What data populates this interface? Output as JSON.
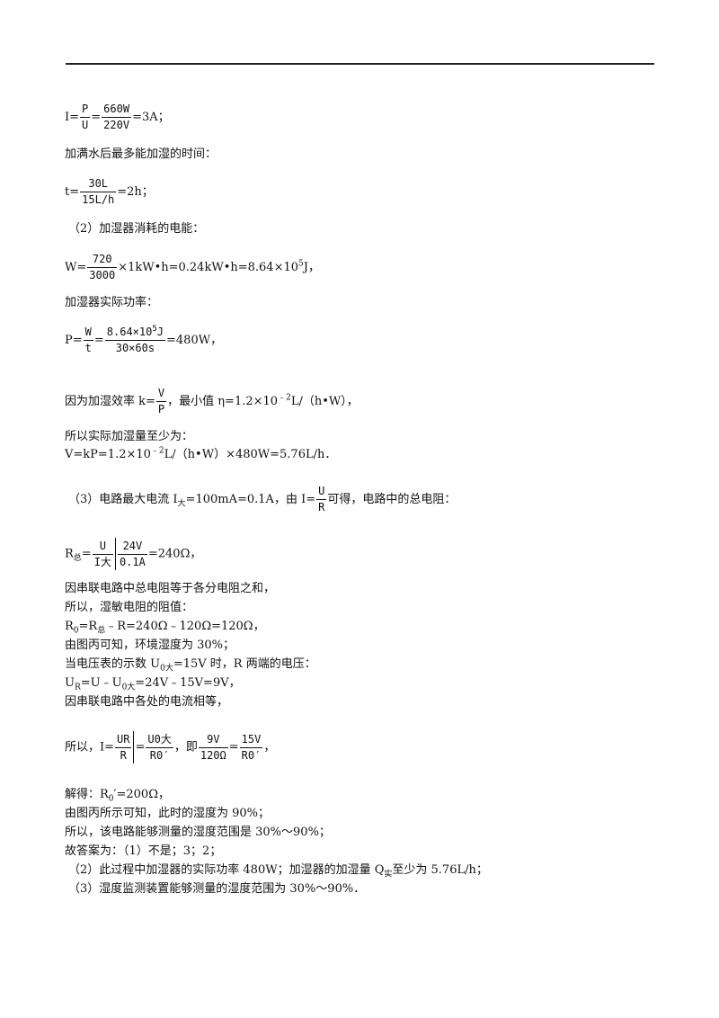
{
  "l01": {
    "a": "I=",
    "n1": "P",
    "d1": "U",
    "eq": "=",
    "n2": "660W",
    "d2": "220V",
    "b": "=3A；"
  },
  "l02": "加满水后最多能加湿的时间：",
  "l03": {
    "a": "t=",
    "n": "30L",
    "d": "15L/h",
    "b": "=2h；"
  },
  "l04": "（2）加湿器消耗的电能：",
  "l05": {
    "a": "W=",
    "n": "720",
    "d": "3000",
    "b": "×1kW•h=0.24kW•h=8.64×10",
    "sup": "5",
    "c": "J，"
  },
  "l06": "加湿器实际功率：",
  "l07": {
    "a": "P=",
    "n1": "W",
    "d1": "t",
    "eq": "=",
    "n2": "8.64×10",
    "n2sup": "5",
    "n2b": "J",
    "d2": "30×60s",
    "b": "=480W，"
  },
  "l08": {
    "a": "因为加湿效率 k=",
    "n": "V",
    "d": "P",
    "b": "，最小值 η=1.2×10",
    "sup": "﹣2",
    "c": "L/（h•W），"
  },
  "l09": "所以实际加湿量至少为：",
  "l10": {
    "a": "V=kP=1.2×10",
    "sup": "﹣2",
    "b": "L/（h•W）×480W=5.76L/h．"
  },
  "l11": {
    "a": "（3）电路最大电流 I",
    "sub": "大",
    "b": "=100mA=0.1A，由 I=",
    "n": "U",
    "d": "R",
    "c": "可得，电路中的总电阻："
  },
  "l12": {
    "a": "R",
    "sub": "总",
    "b": "=",
    "n1": "U",
    "d1": "I大",
    "n2": "24V",
    "d2": "0.1A",
    "c": "=240Ω，"
  },
  "l13": "因串联电路中总电阻等于各分电阻之和，",
  "l14": "所以，湿敏电阻的阻值：",
  "l15": {
    "a": "R",
    "sub": "0",
    "b": "=R",
    "sub2": "总",
    "c": "﹣R=240Ω﹣120Ω=120Ω，"
  },
  "l16": "由图丙可知，环境湿度为 30%；",
  "l17": {
    "a": "当电压表的示数 U",
    "sub": "0大",
    "b": "=15V 时，R 两端的电压："
  },
  "l18": {
    "a": "U",
    "sub": "R",
    "b": "=U﹣U",
    "sub2": "0大",
    "c": "=24V﹣15V=9V，"
  },
  "l19": "因串联电路中各处的电流相等，",
  "l20": {
    "a": "所以，I=",
    "n1": "UR",
    "d1": "R",
    "eq": "=",
    "n2": "U0大",
    "d2": "R0′",
    "b": "，即",
    "n3": "9V",
    "d3": "120Ω",
    "eq2": "=",
    "n4": "15V",
    "d4": "R0′",
    "c": "，"
  },
  "l21": {
    "a": "解得：R",
    "sub": "0",
    "b": "′=200Ω，"
  },
  "l22": "由图丙所示可知，此时的湿度为 90%；",
  "l23": "所以，该电路能够测量的湿度范围是 30%～90%；",
  "l24": "故答案为：（1）不是；3；2；",
  "l25": {
    "a": "（2）此过程中加湿器的实际功率 480W；加湿器的加湿量 Q",
    "sub": "实",
    "b": "至少为 5.76L/h；"
  },
  "l26": "（3）湿度监测装置能够测量的湿度范围为 30%～90%．"
}
